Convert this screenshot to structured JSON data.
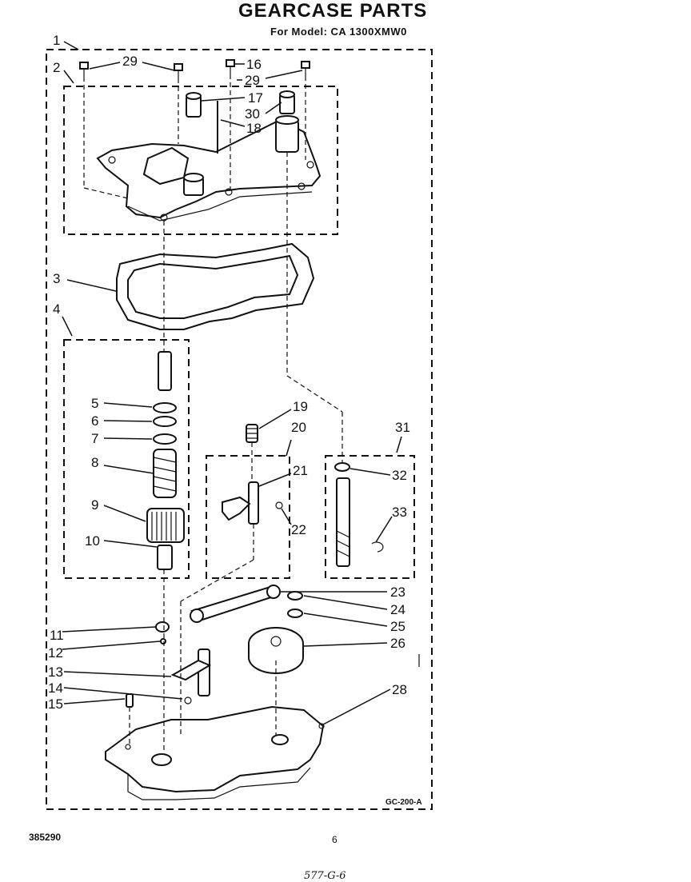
{
  "header": {
    "title": "GEARCASE PARTS",
    "model": "For Model: CA 1300XMW0"
  },
  "figure_code": "GC-200-A",
  "footer": {
    "doc_number": "385290",
    "page": "6",
    "handwritten": "577-G-6"
  },
  "callouts": {
    "c1": "1",
    "c2": "2",
    "c3": "3",
    "c4": "4",
    "c5": "5",
    "c6": "6",
    "c7": "7",
    "c8": "8",
    "c9": "9",
    "c10": "10",
    "c11": "11",
    "c12": "12",
    "c13": "13",
    "c14": "14",
    "c15": "15",
    "c16": "16",
    "c17": "17",
    "c18": "18",
    "c19": "19",
    "c20": "20",
    "c21": "21",
    "c22": "22",
    "c23": "23",
    "c24": "24",
    "c25": "25",
    "c26": "26",
    "c28": "28",
    "c29a": "29",
    "c29b": "29",
    "c30": "30",
    "c31": "31",
    "c32": "32",
    "c33": "33"
  }
}
